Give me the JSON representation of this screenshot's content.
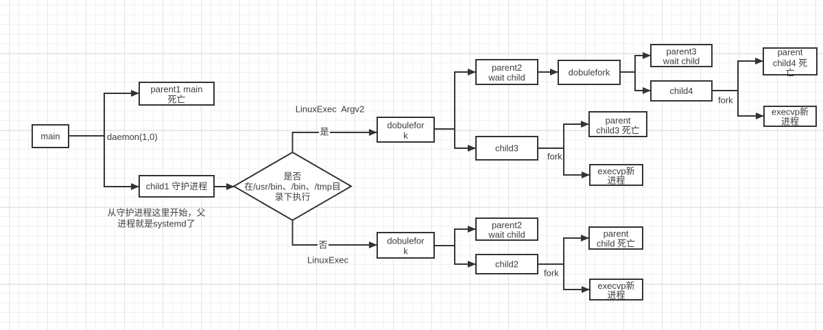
{
  "diagram": {
    "nodes": {
      "main": {
        "lines": [
          "main"
        ]
      },
      "parent1": {
        "lines": [
          "parent1 main",
          "死亡"
        ]
      },
      "child1": {
        "lines": [
          "child1 守护进程"
        ]
      },
      "decision": {
        "lines": [
          "是否",
          "在/usr/bin、/bin、/tmp目",
          "录下执行"
        ]
      },
      "dobulefork_top": {
        "lines": [
          "dobulefor",
          "k"
        ]
      },
      "dobulefork_bottom": {
        "lines": [
          "dobulefor",
          "k"
        ]
      },
      "parent2_top": {
        "lines": [
          "parent2",
          "wait child"
        ]
      },
      "dobulefork_second": {
        "lines": [
          "dobulefork"
        ]
      },
      "parent3": {
        "lines": [
          "parent3",
          "wait child"
        ]
      },
      "child4": {
        "lines": [
          "child4"
        ]
      },
      "parent_child4": {
        "lines": [
          "parent",
          "child4 死",
          "亡"
        ]
      },
      "execvp_child4": {
        "lines": [
          "execvp新",
          "进程"
        ]
      },
      "child3": {
        "lines": [
          "child3"
        ]
      },
      "parent_child3": {
        "lines": [
          "parent",
          "child3 死亡"
        ]
      },
      "execvp_child3": {
        "lines": [
          "execvp新",
          "进程"
        ]
      },
      "parent2_bottom": {
        "lines": [
          "parent2",
          "wait child"
        ]
      },
      "child2": {
        "lines": [
          "child2"
        ]
      },
      "parent_child2": {
        "lines": [
          "parent",
          "child 死亡"
        ]
      },
      "execvp_child2": {
        "lines": [
          "execvp新",
          "进程"
        ]
      }
    },
    "labels": {
      "daemon": "daemon(1,0)",
      "note": [
        "从守护进程这里开始，父",
        "进程就是systemd了"
      ],
      "yes_branch_title": "LinuxExec  Argv2",
      "yes": "是",
      "no": "否",
      "no_branch_title": "LinuxExec",
      "fork_child3": "fork",
      "fork_child4": "fork",
      "fork_child2": "fork"
    },
    "colors": {
      "line": "#333333",
      "text": "#3c3c3c",
      "grid_minor": "#f1f1f1",
      "grid_major": "#e2e2e2"
    }
  }
}
